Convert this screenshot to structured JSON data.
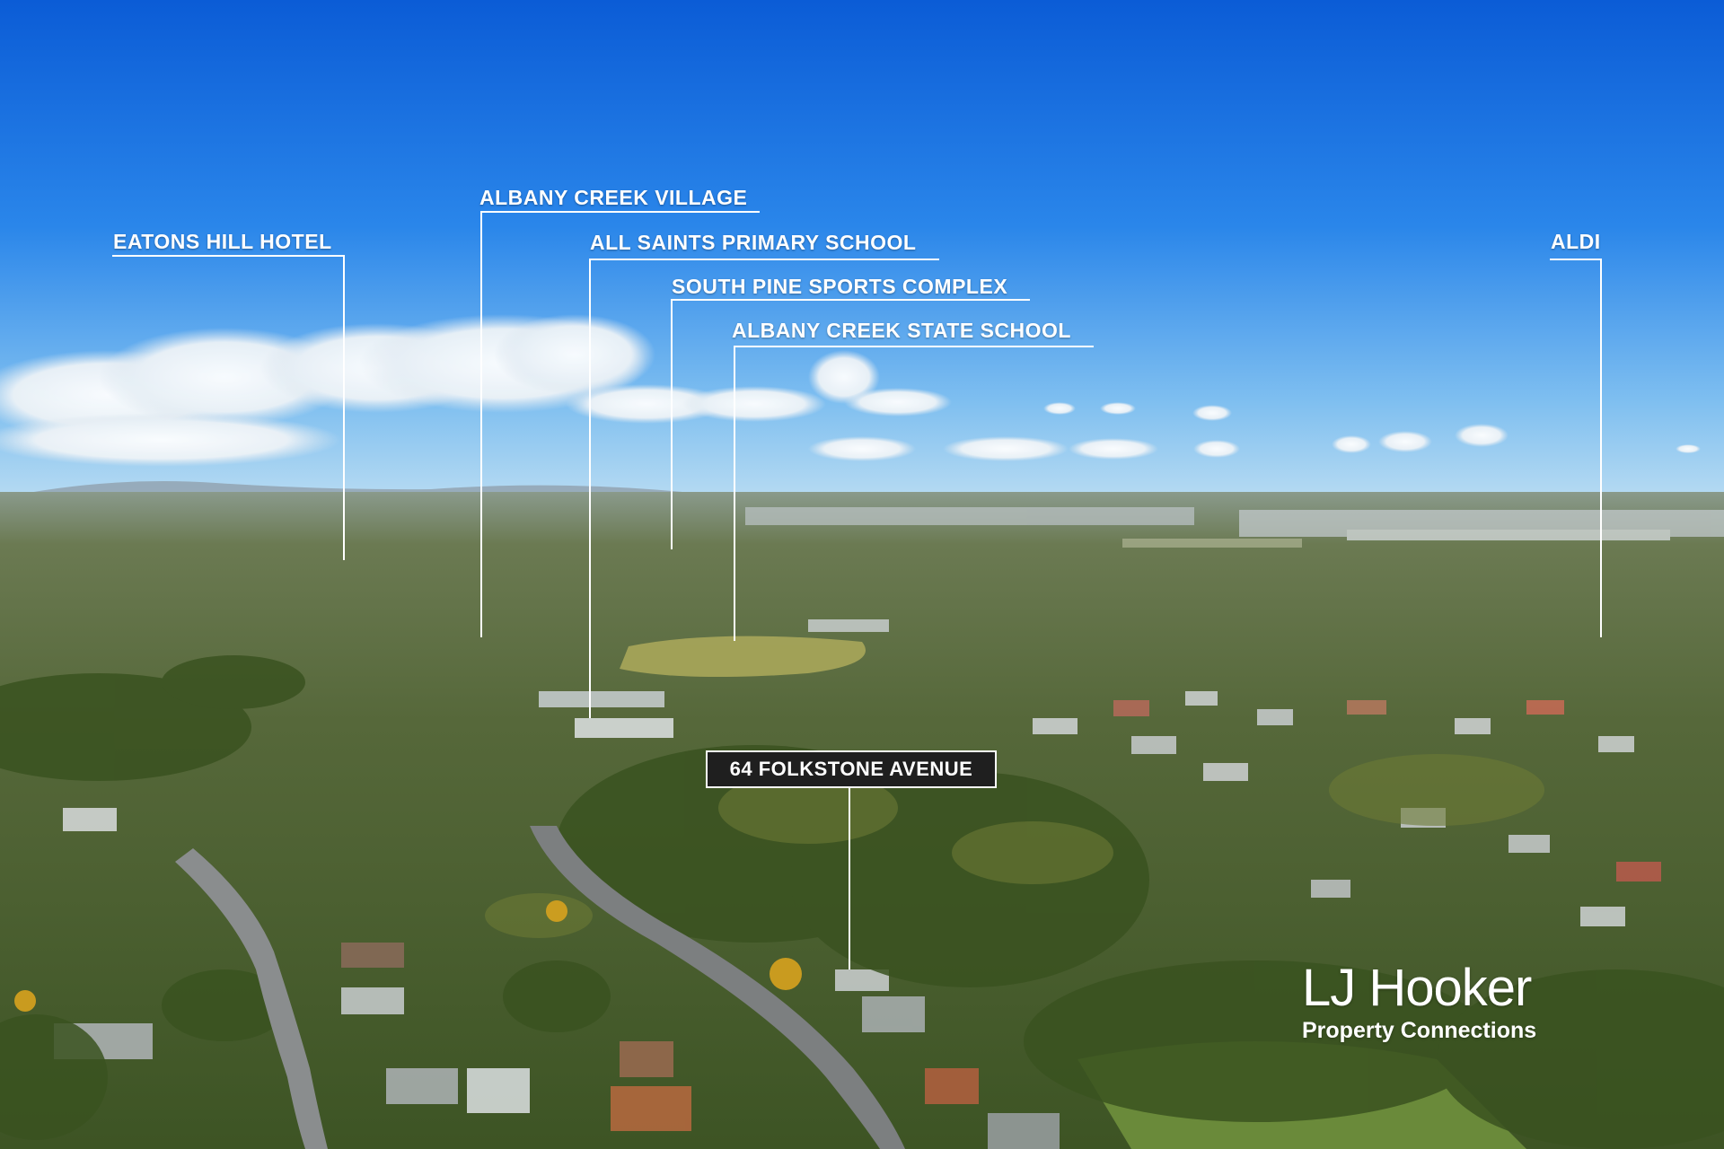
{
  "labels": {
    "eatons_hill_hotel": "EATONS HILL HOTEL",
    "albany_creek_village": "ALBANY CREEK VILLAGE",
    "all_saints_primary_school": "ALL SAINTS PRIMARY SCHOOL",
    "south_pine_sports_complex": "SOUTH PINE SPORTS COMPLEX",
    "albany_creek_state_school": "ALBANY CREEK STATE SCHOOL",
    "aldi": "ALDI",
    "subject_property": "64 FOLKSTONE AVENUE"
  },
  "branding": {
    "name": "LJ Hooker",
    "office": "Property Connections"
  },
  "colors": {
    "sky_top": "#0d5fd8",
    "sky_horizon": "#8cc6f0",
    "tree_canopy": "#3e5a24",
    "label_text": "#ffffff",
    "subject_box": "#1f1f1f"
  }
}
